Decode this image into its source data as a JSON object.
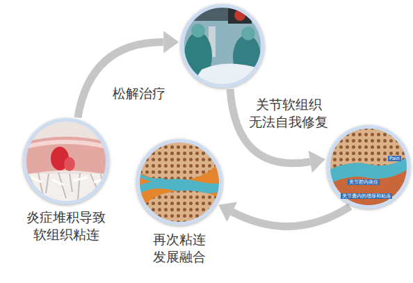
{
  "diagram": {
    "nodes": [
      {
        "text": [
          "炎症堆积导致 软组织粘连"
        ]
      },
      {
        "text": []
      },
      {
        "text": []
      },
      {
        "text": [
          "再次粘连 发展融合"
        ]
      }
    ],
    "edges": [
      {
        "from": 0,
        "to": 1,
        "label": "松解治疗",
        "arrow": "to"
      },
      {
        "from": 1,
        "to": 2,
        "label": "关节软组织 无法自我修复",
        "arrow": "to"
      },
      {
        "from": 2,
        "to": 3,
        "arrow": "to"
      }
    ],
    "labels": [
      "Pain",
      "关节腔内炎症",
      "关节囊内的增厚和粘连"
    ]
  }
}
